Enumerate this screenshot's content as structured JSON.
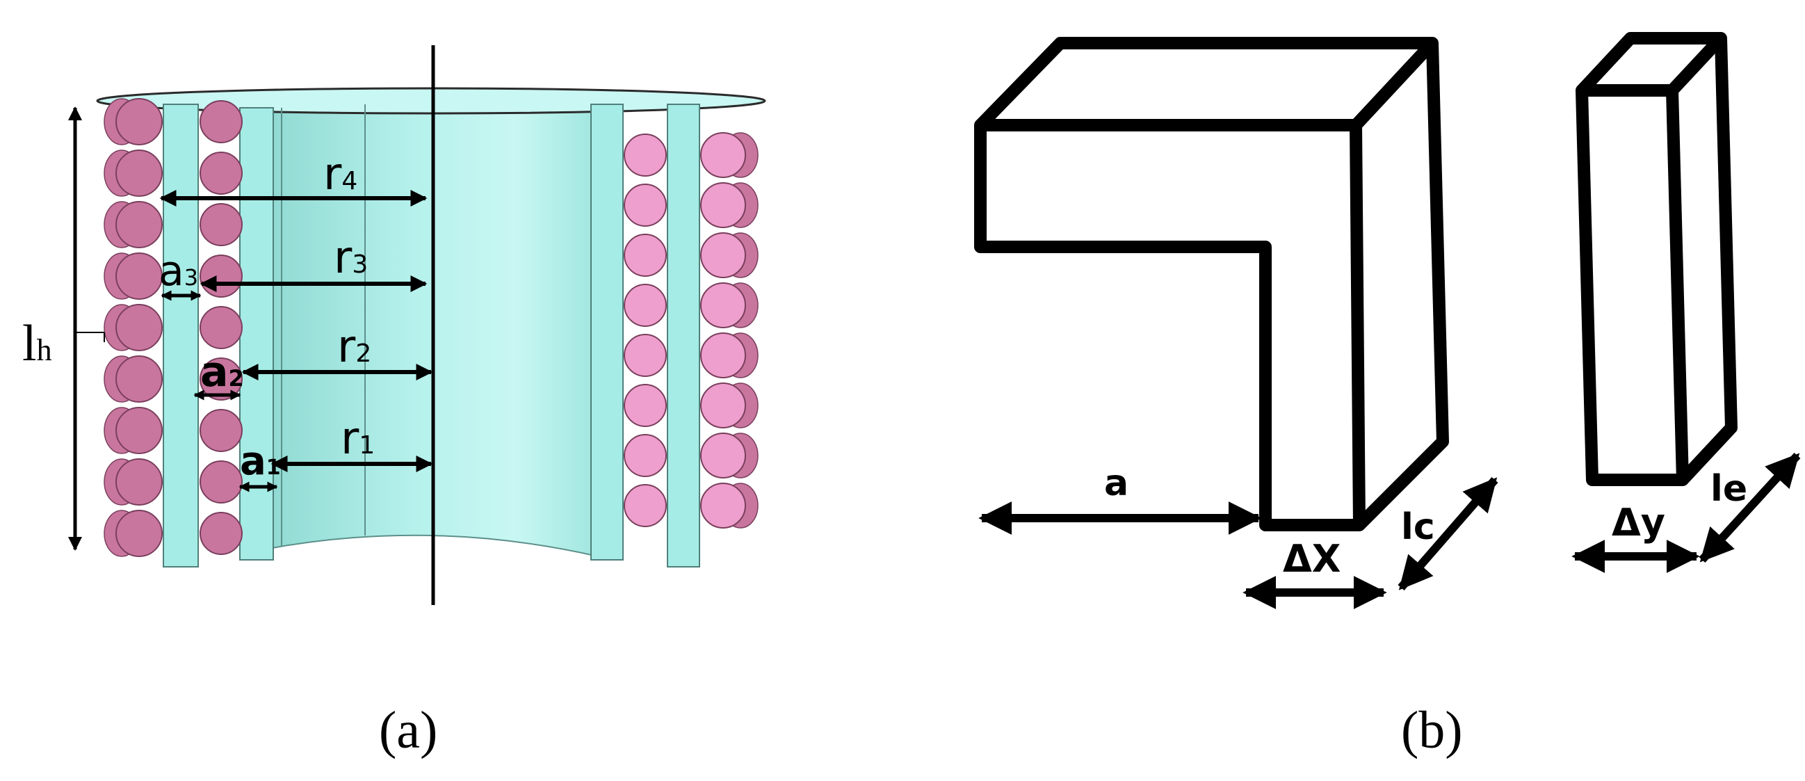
{
  "panel_a": {
    "caption": "(a)",
    "labels": {
      "r4": {
        "main": "r",
        "sub": "4"
      },
      "r3": {
        "main": "r",
        "sub": "3"
      },
      "r2": {
        "main": "r",
        "sub": "2"
      },
      "r1": {
        "main": "r",
        "sub": "1"
      },
      "a3": {
        "main": "a",
        "sub": "3"
      },
      "a2": {
        "main": "a",
        "sub": "2"
      },
      "a1": {
        "main": "a",
        "sub": "1"
      },
      "lh": {
        "main": "l",
        "sub": "h"
      }
    },
    "colors": {
      "cylinder": "#a6ece6",
      "cylinder_light": "#c9f7f3",
      "cylinder_edge": "#5c8f8a",
      "coil": "#ee9fcd",
      "coil_dark": "#c9769f",
      "coil_edge": "#7a3f5c"
    }
  },
  "panel_b": {
    "caption": "(b)",
    "labels": {
      "a": "a",
      "dx": "ΔX",
      "lc": "lc",
      "dy": "Δy",
      "le": "le"
    }
  }
}
